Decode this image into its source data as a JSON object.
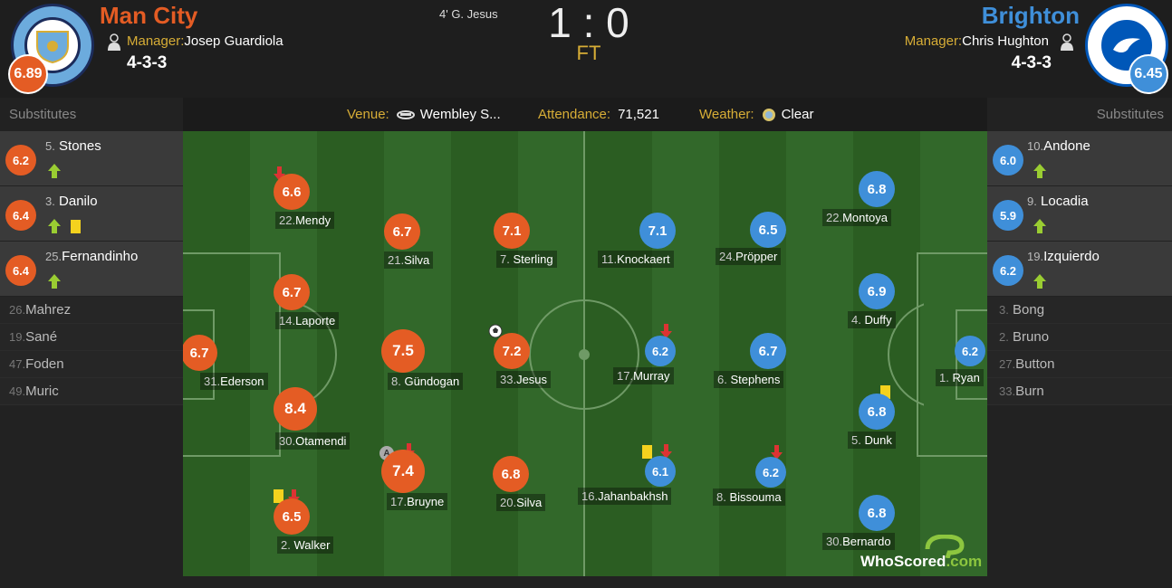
{
  "home": {
    "name": "Man City",
    "manager_label": "Manager:",
    "manager": "Josep Guardiola",
    "formation": "4-3-3",
    "rating": "6.89",
    "color": "#e45c24"
  },
  "away": {
    "name": "Brighton",
    "manager_label": "Manager:",
    "manager": "Chris Hughton",
    "formation": "4-3-3",
    "rating": "6.45",
    "color": "#3f8fd9"
  },
  "match": {
    "scorer": "4' G. Jesus",
    "score": "1 : 0",
    "status": "FT"
  },
  "info": {
    "venue_label": "Venue:",
    "venue": "Wembley S...",
    "attendance_label": "Attendance:",
    "attendance": "71,521",
    "weather_label": "Weather:",
    "weather": "Clear"
  },
  "subs_title": "Substitutes",
  "home_subs": {
    "used": [
      {
        "rating": "6.2",
        "num": "5.",
        "name": "Stones"
      },
      {
        "rating": "6.4",
        "num": "3.",
        "name": "Danilo"
      },
      {
        "rating": "6.4",
        "num": "25.",
        "name": "Fernandinho"
      }
    ],
    "unused": [
      {
        "num": "26.",
        "name": "Mahrez"
      },
      {
        "num": "19.",
        "name": "Sané"
      },
      {
        "num": "47.",
        "name": "Foden"
      },
      {
        "num": "49.",
        "name": "Muric"
      }
    ]
  },
  "away_subs": {
    "used": [
      {
        "rating": "6.0",
        "num": "10.",
        "name": "Andone"
      },
      {
        "rating": "5.9",
        "num": "9.",
        "name": "Locadia"
      },
      {
        "rating": "6.2",
        "num": "19.",
        "name": "Izquierdo"
      }
    ],
    "unused": [
      {
        "num": "3.",
        "name": "Bong"
      },
      {
        "num": "2.",
        "name": "Bruno"
      },
      {
        "num": "27.",
        "name": "Button"
      },
      {
        "num": "33.",
        "name": "Burn"
      }
    ]
  },
  "home_players": [
    {
      "rating": "6.7",
      "num": "31.",
      "name": "Ederson"
    },
    {
      "rating": "6.6",
      "num": "22.",
      "name": "Mendy"
    },
    {
      "rating": "6.7",
      "num": "14.",
      "name": "Laporte"
    },
    {
      "rating": "8.4",
      "num": "30.",
      "name": "Otamendi"
    },
    {
      "rating": "6.5",
      "num": "2.",
      "name": "Walker"
    },
    {
      "rating": "6.7",
      "num": "21.",
      "name": "Silva"
    },
    {
      "rating": "7.5",
      "num": "8.",
      "name": "Gündogan"
    },
    {
      "rating": "7.4",
      "num": "17.",
      "name": "Bruyne"
    },
    {
      "rating": "7.1",
      "num": "7.",
      "name": "Sterling"
    },
    {
      "rating": "7.2",
      "num": "33.",
      "name": "Jesus"
    },
    {
      "rating": "6.8",
      "num": "20.",
      "name": "Silva"
    }
  ],
  "away_players": [
    {
      "rating": "6.2",
      "num": "1.",
      "name": "Ryan"
    },
    {
      "rating": "6.8",
      "num": "22.",
      "name": "Montoya"
    },
    {
      "rating": "6.9",
      "num": "4.",
      "name": "Duffy"
    },
    {
      "rating": "6.8",
      "num": "5.",
      "name": "Dunk"
    },
    {
      "rating": "6.8",
      "num": "30.",
      "name": "Bernardo"
    },
    {
      "rating": "6.5",
      "num": "24.",
      "name": "Pröpper"
    },
    {
      "rating": "6.7",
      "num": "6.",
      "name": "Stephens"
    },
    {
      "rating": "6.2",
      "num": "8.",
      "name": "Bissouma"
    },
    {
      "rating": "7.1",
      "num": "11.",
      "name": "Knockaert"
    },
    {
      "rating": "6.2",
      "num": "17.",
      "name": "Murray"
    },
    {
      "rating": "6.1",
      "num": "16.",
      "name": "Jahanbakhsh"
    }
  ],
  "watermark": {
    "a": "WhoScored",
    "b": ".com"
  }
}
